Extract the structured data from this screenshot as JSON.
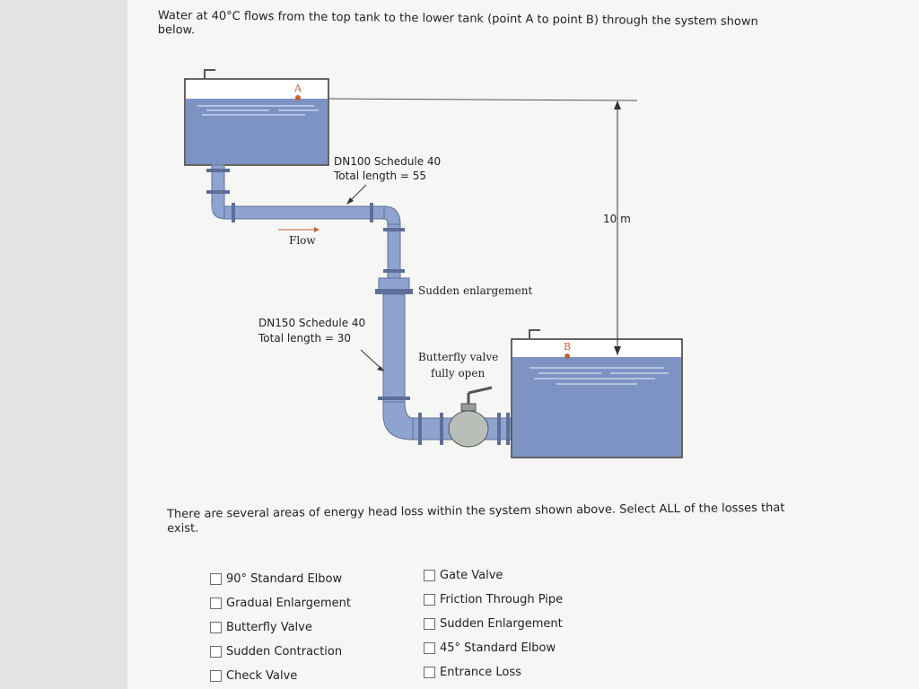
{
  "question": {
    "text": "Water at 40°C flows from the top tank to the lower tank (point A to point B) through the system shown below."
  },
  "diagram": {
    "point_a": "A",
    "point_b": "B",
    "pipe1_spec": "DN100 Schedule 40",
    "pipe1_length": "Total length = 55",
    "flow_label": "Flow",
    "height_label": "10 m",
    "enlargement_label": "Sudden enlargement",
    "pipe2_spec": "DN150 Schedule 40",
    "pipe2_length": "Total length = 30",
    "valve_label_1": "Butterfly valve",
    "valve_label_2": "fully open"
  },
  "prompt": {
    "text": "There are several areas of energy head loss within the system shown above. Select ALL of the losses that exist."
  },
  "options": {
    "left": [
      {
        "label": "90° Standard Elbow",
        "checked": false
      },
      {
        "label": "Gradual Enlargement",
        "checked": false
      },
      {
        "label": "Butterfly Valve",
        "checked": false
      },
      {
        "label": "Sudden Contraction",
        "checked": false
      },
      {
        "label": "Check Valve",
        "checked": false
      }
    ],
    "right": [
      {
        "label": "Gate Valve",
        "checked": false
      },
      {
        "label": "Friction Through Pipe",
        "checked": false
      },
      {
        "label": "Sudden Enlargement",
        "checked": false
      },
      {
        "label": "45° Standard Elbow",
        "checked": false
      },
      {
        "label": "Entrance Loss",
        "checked": false
      }
    ]
  },
  "colors": {
    "water": "#7d93c4",
    "pipe": "#8ea3cf",
    "pipe_dark": "#5d6f98",
    "tank_outline": "#3a3a3a",
    "point_marker": "#c0623a"
  }
}
